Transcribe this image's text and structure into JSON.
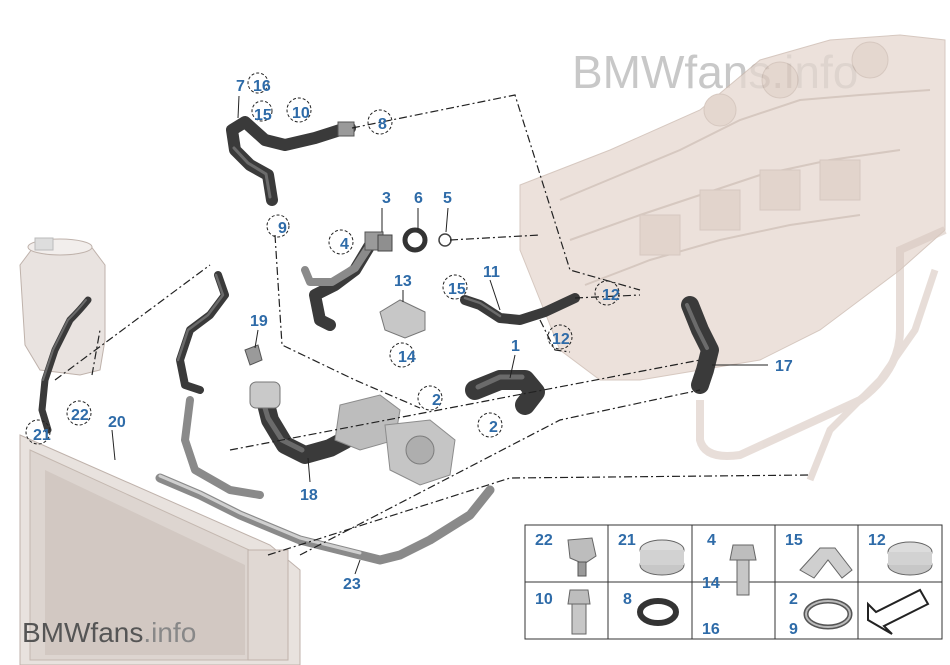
{
  "watermark": {
    "top": "BMWfans.info",
    "bottom_main": "BMWfans",
    "bottom_suffix": ".info"
  },
  "callouts": {
    "c7": "7",
    "c16": "16",
    "c15a": "15",
    "c10": "10",
    "c8": "8",
    "c9": "9",
    "c3": "3",
    "c6": "6",
    "c5": "5",
    "c4": "4",
    "c13": "13",
    "c11": "11",
    "c15b": "15",
    "c12a": "12",
    "c19": "19",
    "c14": "14",
    "c12b": "12",
    "c1": "1",
    "c17": "17",
    "c2a": "2",
    "c2b": "2",
    "c22": "22",
    "c21": "21",
    "c20": "20",
    "c18": "18",
    "c23": "23"
  },
  "legend": {
    "cells": [
      {
        "nums": [
          "22"
        ]
      },
      {
        "nums": [
          "21"
        ]
      },
      {
        "nums": [
          "4",
          "14"
        ]
      },
      {
        "nums": [
          "15"
        ]
      },
      {
        "nums": [
          "12"
        ]
      },
      {
        "nums": [
          "10"
        ]
      },
      {
        "nums": [
          "8"
        ]
      },
      {
        "nums": [
          "16"
        ]
      },
      {
        "nums": [
          "2",
          "9"
        ]
      },
      {
        "nums": []
      }
    ]
  },
  "colors": {
    "callout": "#2e6ba8",
    "engine": "#e6d8d0",
    "hose": "#3a3a3a",
    "pipe": "#8a8a8a"
  }
}
